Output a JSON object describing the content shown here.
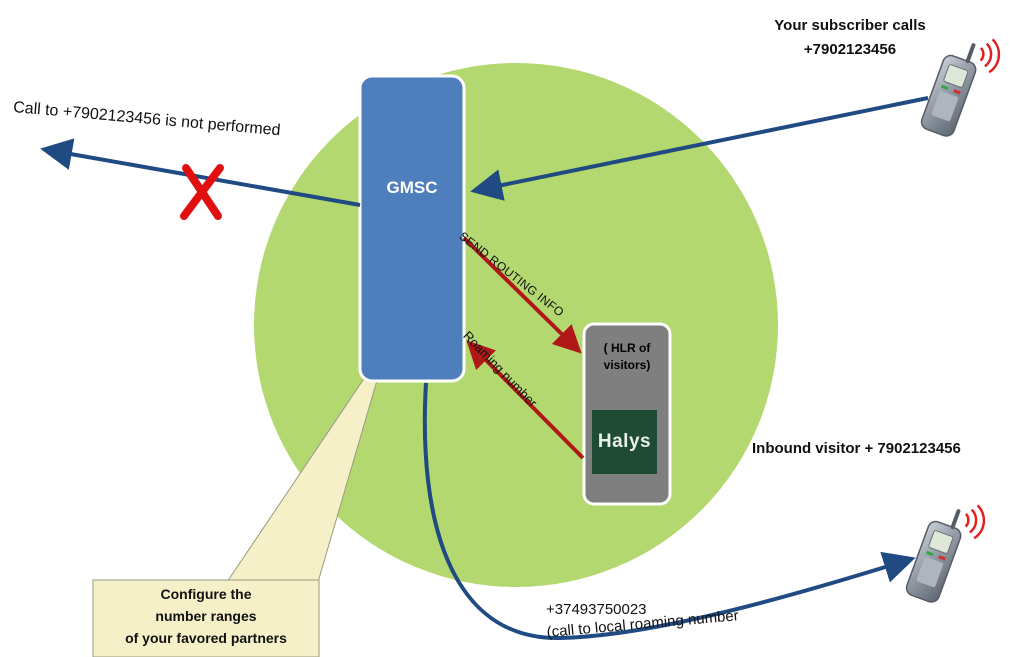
{
  "nodes": {
    "gmsc": "GMSC",
    "hlr": [
      "( HLR of",
      "visitors)"
    ],
    "halys": "Halys"
  },
  "subscriber": {
    "line1": "Your subscriber calls",
    "line2": "+7902123456"
  },
  "visitor": "Inbound visitor + 7902123456",
  "blocked_call": "Call to +7902123456 is not performed",
  "arrows": {
    "send_routing_info": "SEND ROUTING INFO",
    "roaming_number": "Roaming number"
  },
  "local_call": {
    "number": "+37493750023",
    "description": "(call to local roaming number"
  },
  "callout": [
    "Configure the",
    "number ranges",
    "of your favored partners"
  ],
  "colors": {
    "circle": "#b3d86f",
    "gmsc": "#4f7ebc",
    "hlr_box": "#7f7f7f",
    "halys": "#1f4a33",
    "call_arrow": "#1f4a82",
    "signal_arrow": "#b01818",
    "blocked_mark": "#e01010",
    "callout": "#f6f0c8"
  },
  "icons": [
    "mobile-phone-icon",
    "cross-icon"
  ]
}
